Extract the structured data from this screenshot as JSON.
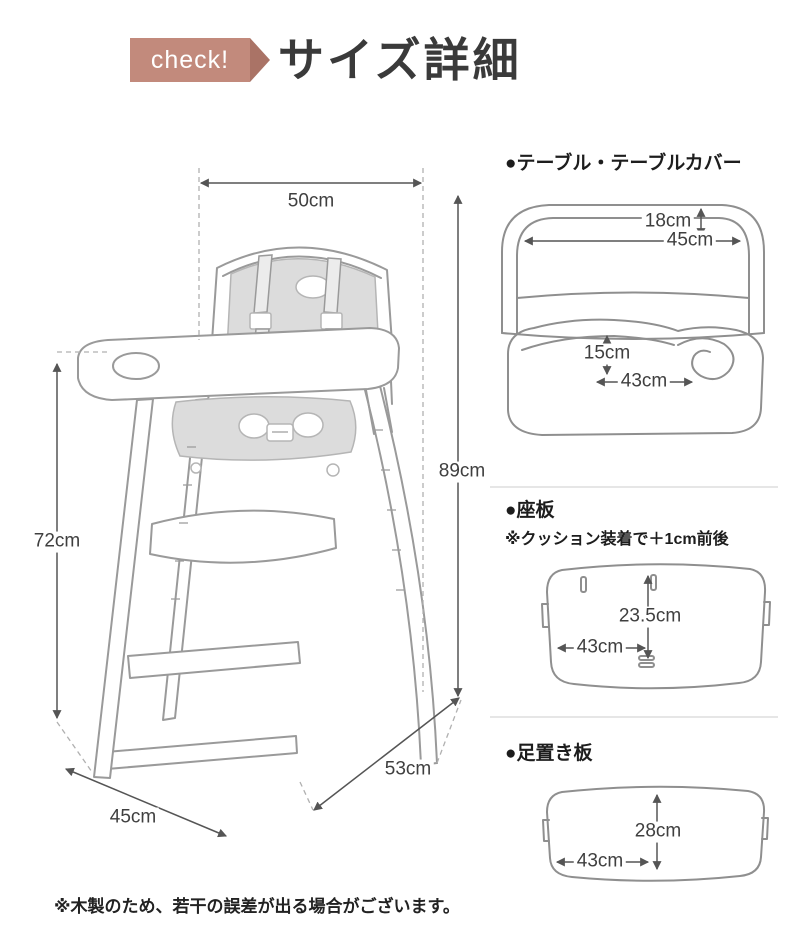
{
  "header": {
    "badge_label": "check!",
    "title": "サイズ詳細"
  },
  "chair": {
    "width_top": "50cm",
    "height_total": "89cm",
    "height_left": "72cm",
    "width_front": "45cm",
    "depth": "53cm"
  },
  "panel": {
    "sections": [
      {
        "title": "●テーブル・テーブルカバー",
        "cover_height": "18cm",
        "cover_width": "45cm",
        "table_height": "15cm",
        "table_width": "43cm"
      },
      {
        "title": "●座板",
        "note": "※クッション装着で＋1cm前後",
        "depth": "23.5cm",
        "width": "43cm"
      },
      {
        "title": "●足置き板",
        "depth": "28cm",
        "width": "43cm"
      }
    ]
  },
  "footer": {
    "note": "※木製のため、若干の誤差が出る場合がございます。"
  }
}
